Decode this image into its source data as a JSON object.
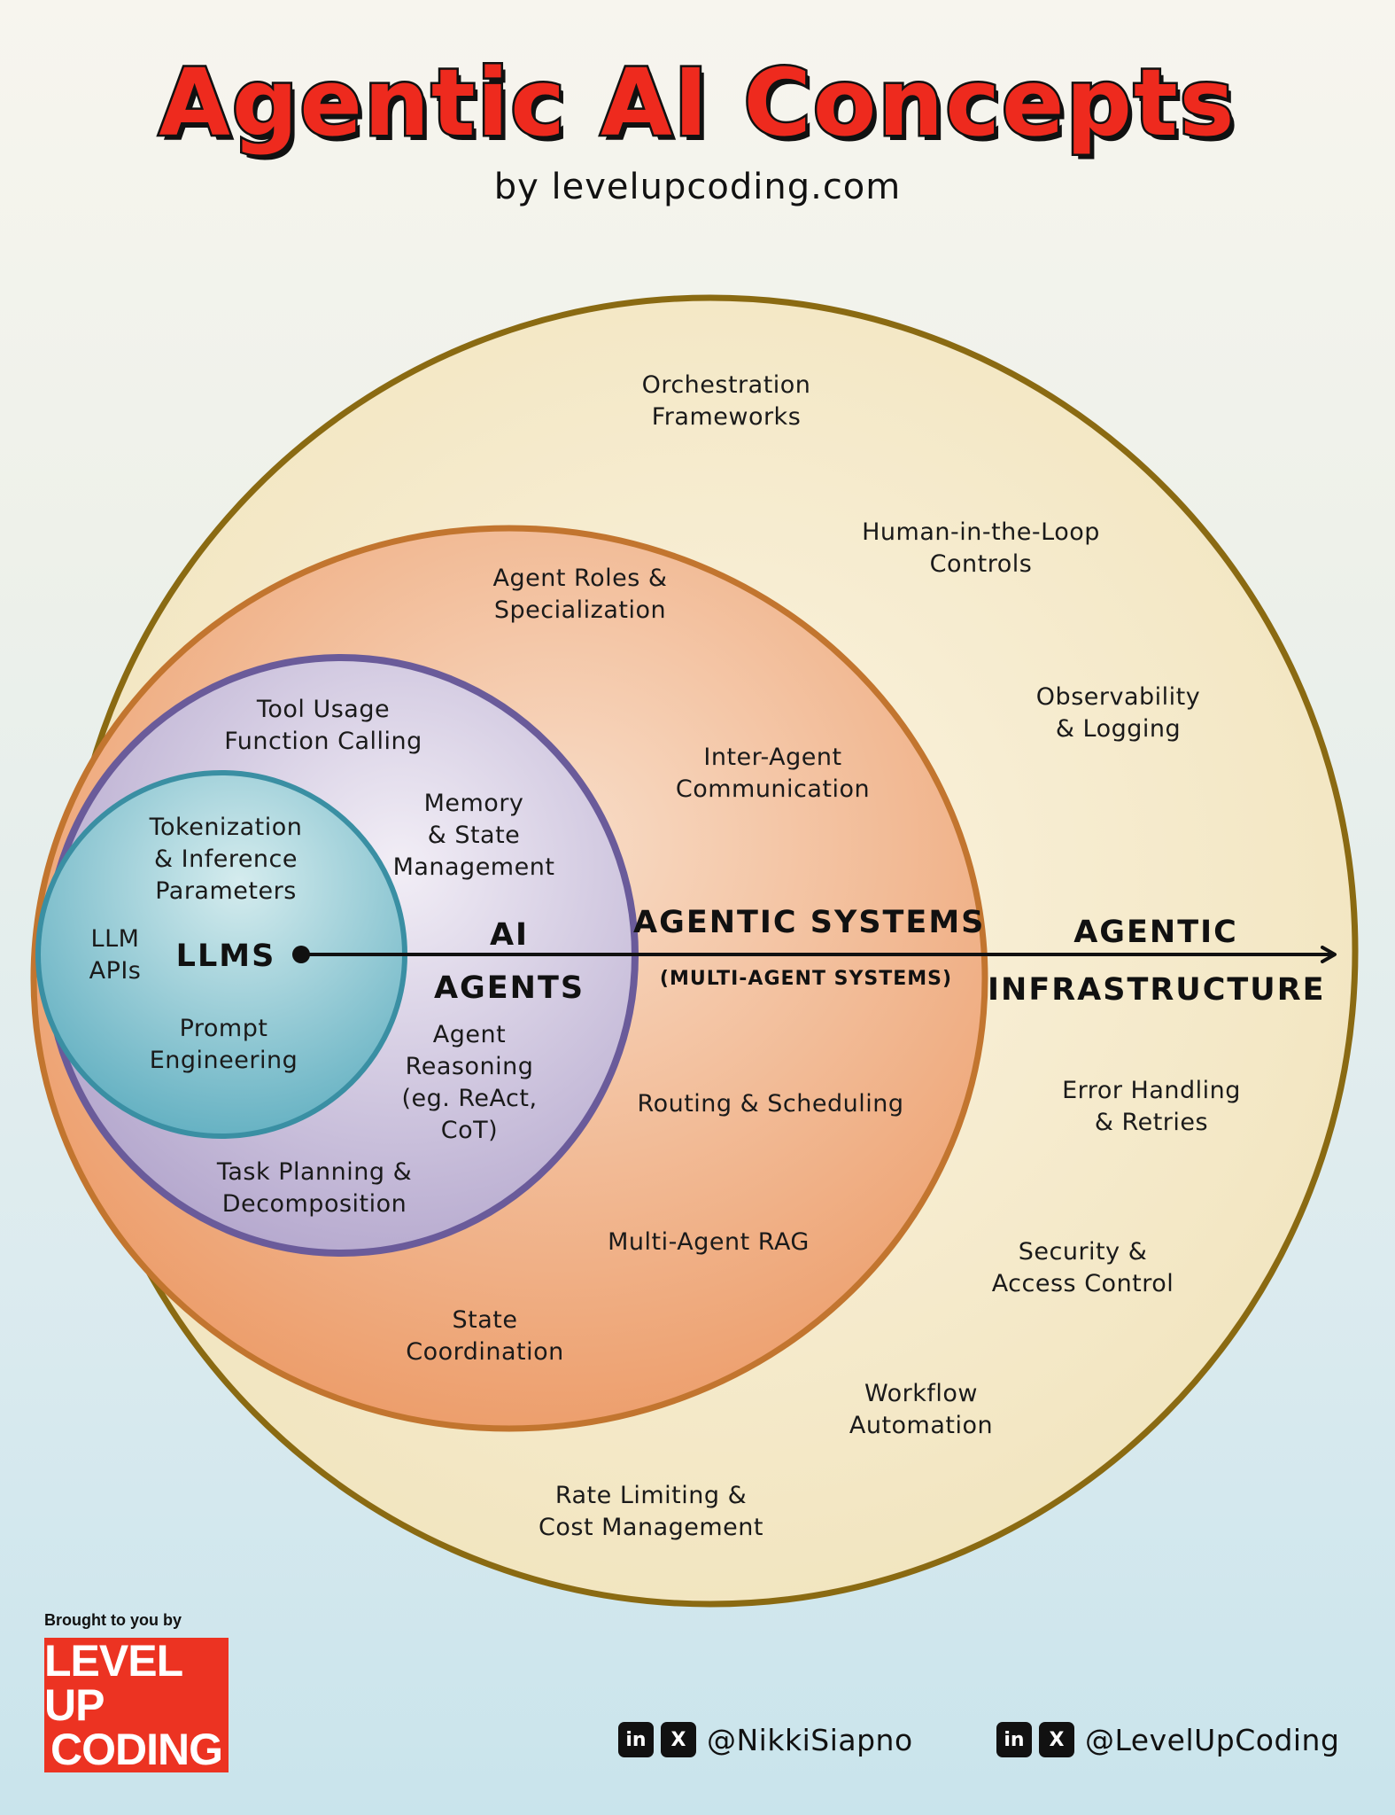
{
  "header": {
    "title": "Agentic AI Concepts",
    "subtitle": "by levelupcoding.com"
  },
  "colors": {
    "title_red": "#ee2a1e",
    "llms_ring": "#3a8fa3",
    "agents_ring": "#6a5b9a",
    "systems_ring": "#c2752f",
    "infrastructure_ring": "#8a6a12",
    "logo_red": "#ec3322"
  },
  "diagram": {
    "layers": [
      {
        "heading": [
          "LLMS"
        ],
        "items": [
          [
            "Tokenization",
            "& Inference",
            "Parameters"
          ],
          [
            "LLM",
            "APIs"
          ],
          [
            "Prompt",
            "Engineering"
          ]
        ]
      },
      {
        "heading": [
          "AI",
          "AGENTS"
        ],
        "items": [
          [
            "Tool Usage",
            "Function Calling"
          ],
          [
            "Memory",
            "& State",
            "Management"
          ],
          [
            "Agent",
            "Reasoning",
            "(eg. ReAct,",
            "CoT)"
          ],
          [
            "Task Planning &",
            "Decomposition"
          ]
        ]
      },
      {
        "heading": [
          "AGENTIC SYSTEMS"
        ],
        "subheading": "(MULTI-AGENT SYSTEMS)",
        "items": [
          [
            "Agent Roles &",
            "Specialization"
          ],
          [
            "Inter-Agent",
            "Communication"
          ],
          [
            "Routing & Scheduling"
          ],
          [
            "Multi-Agent RAG"
          ],
          [
            "State",
            "Coordination"
          ]
        ]
      },
      {
        "heading": [
          "AGENTIC",
          "INFRASTRUCTURE"
        ],
        "items": [
          [
            "Orchestration",
            "Frameworks"
          ],
          [
            "Human-in-the-Loop",
            "Controls"
          ],
          [
            "Observability",
            "& Logging"
          ],
          [
            "Error Handling",
            "& Retries"
          ],
          [
            "Security &",
            "Access Control"
          ],
          [
            "Workflow",
            "Automation"
          ],
          [
            "Rate Limiting &",
            "Cost Management"
          ]
        ]
      }
    ]
  },
  "footer": {
    "brought_by": "Brought to you by",
    "logo_line1": "LEVEL UP",
    "logo_line2": "CODING",
    "socials": [
      {
        "icons": [
          "linkedin-icon",
          "x-icon"
        ],
        "icon_glyphs": [
          "in",
          "X"
        ],
        "handle": "@NikkiSiapno"
      },
      {
        "icons": [
          "linkedin-icon",
          "x-icon"
        ],
        "icon_glyphs": [
          "in",
          "X"
        ],
        "handle": "@LevelUpCoding"
      }
    ]
  }
}
